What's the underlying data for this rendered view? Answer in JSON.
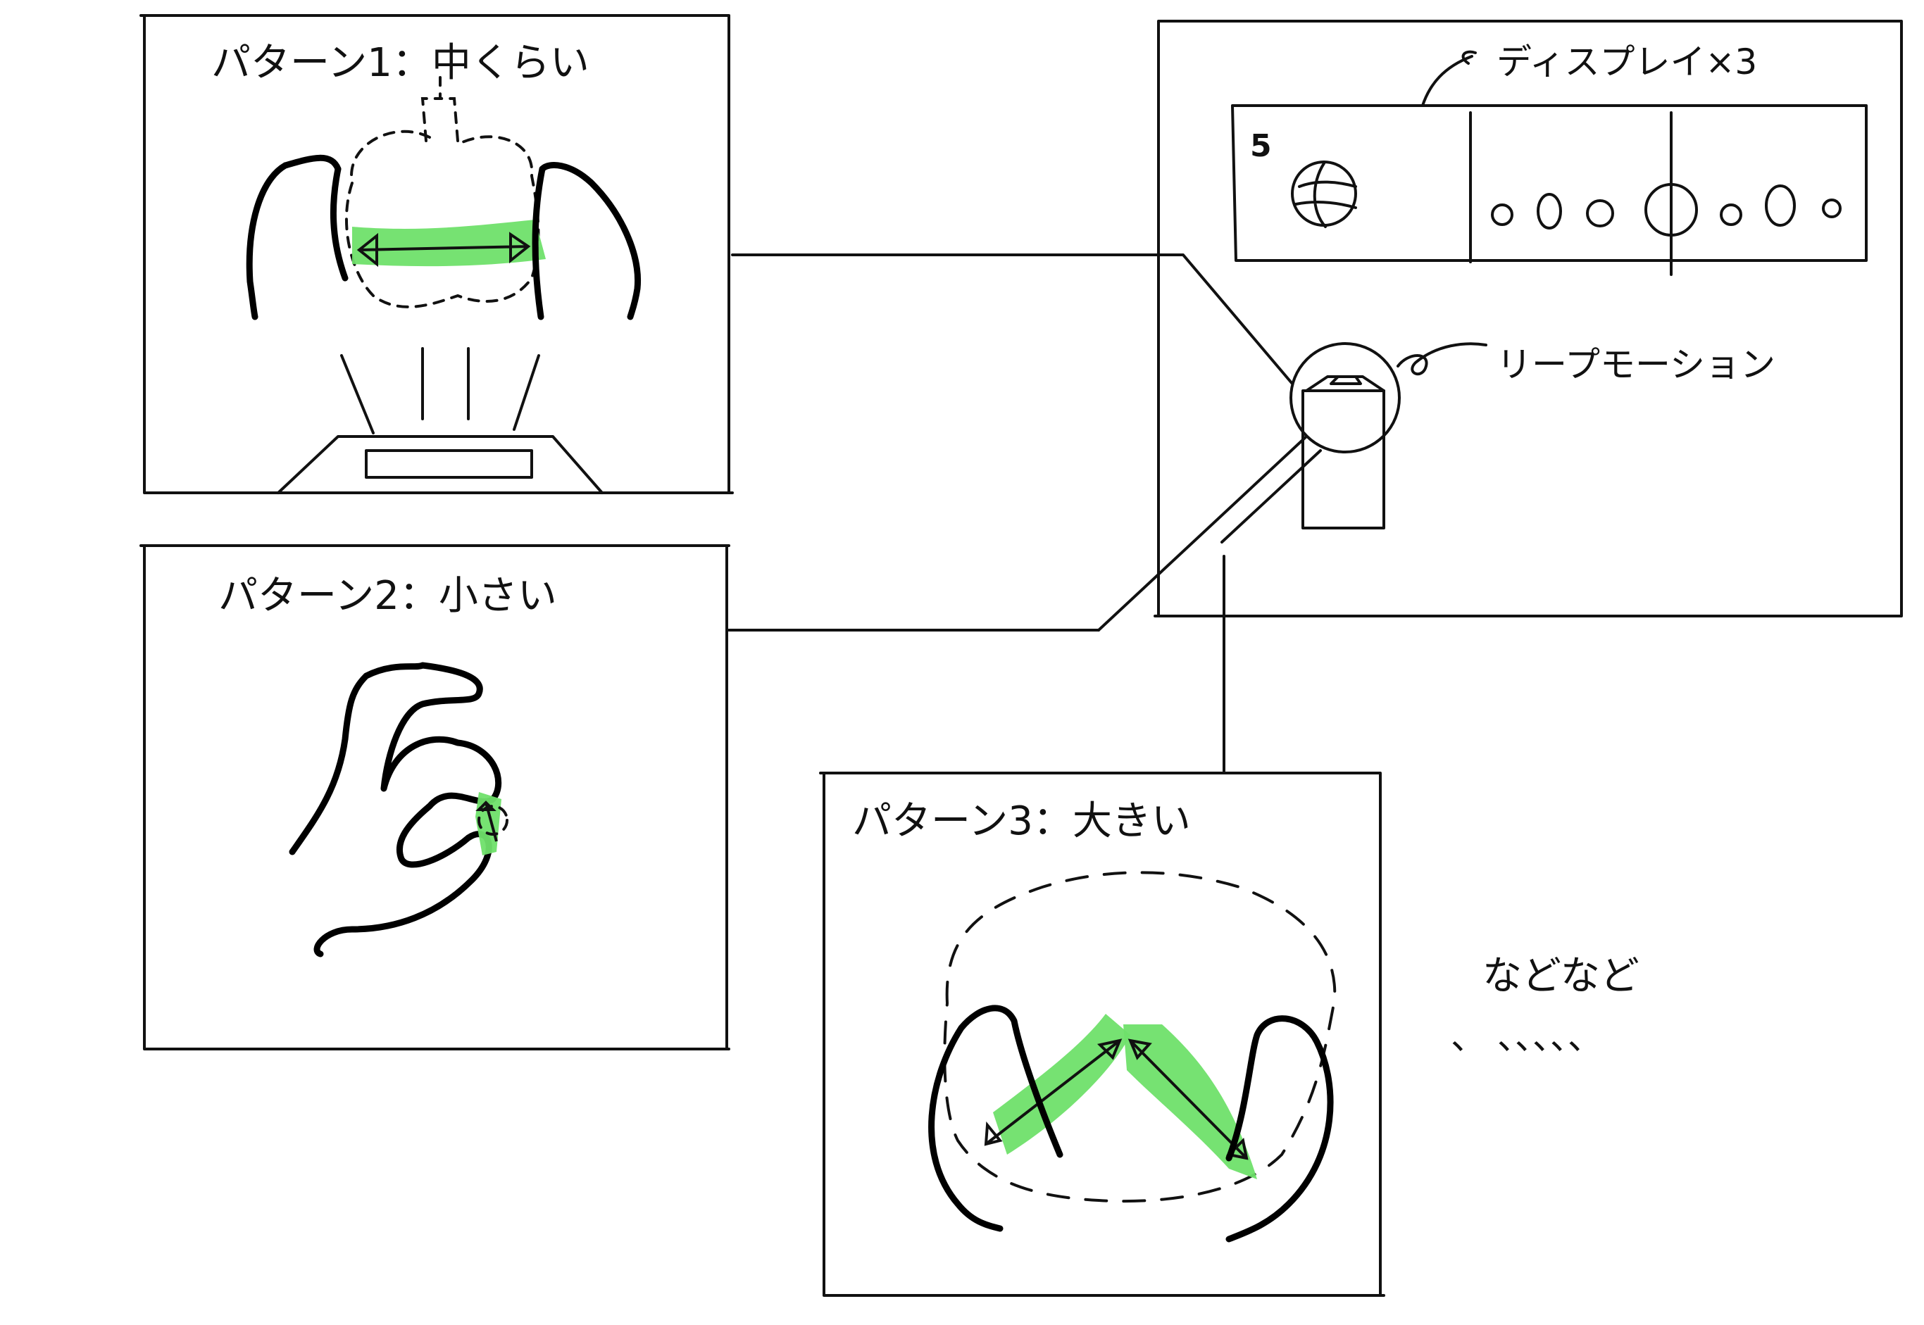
{
  "panels": {
    "pattern1": {
      "title": "パターン1：中くらい"
    },
    "pattern2": {
      "title": "パターン2：小さい"
    },
    "pattern3": {
      "title": "パターン3：大きい"
    }
  },
  "setup": {
    "display_label": "ディスプレイ×3",
    "leap_label": "リープモーション",
    "screen_number": "5"
  },
  "etc_text": "などなど",
  "etc_dots": "、 、、、、、",
  "colors": {
    "highlight": "#6fe06a",
    "ink": "#111111"
  }
}
